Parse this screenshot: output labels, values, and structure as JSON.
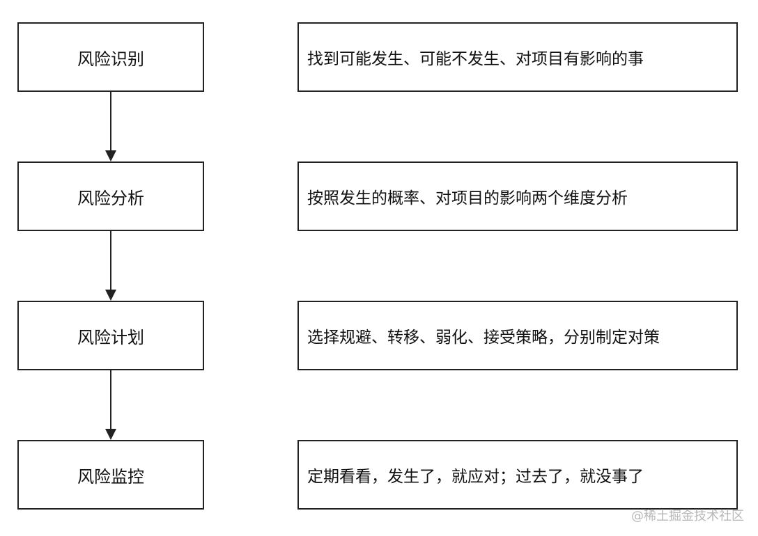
{
  "steps": [
    {
      "label": "风险识别",
      "description": "找到可能发生、可能不发生、对项目有影响的事"
    },
    {
      "label": "风险分析",
      "description": "按照发生的概率、对项目的影响两个维度分析"
    },
    {
      "label": "风险计划",
      "description": "选择规避、转移、弱化、接受策略，分别制定对策"
    },
    {
      "label": "风险监控",
      "description": "定期看看，发生了，就应对；过去了，就没事了"
    }
  ],
  "watermark": "@稀土掘金技术社区",
  "colors": {
    "border": "#222222",
    "text": "#111111",
    "background": "#ffffff",
    "watermark": "#b8b8b8"
  }
}
